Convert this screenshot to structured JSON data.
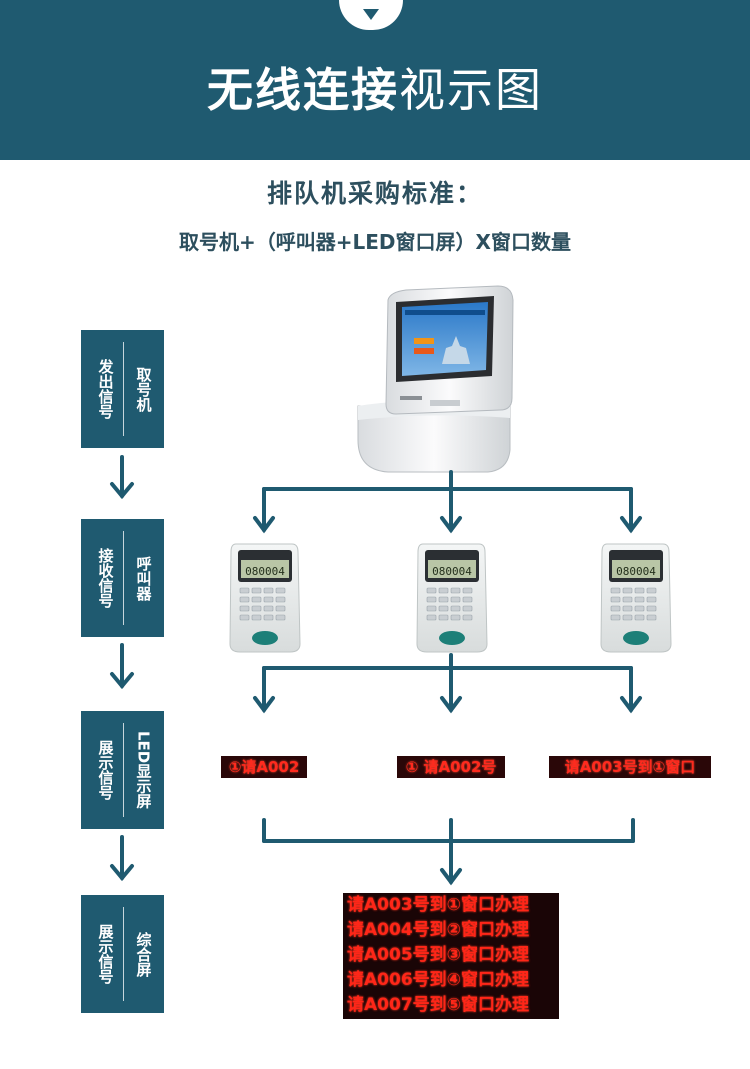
{
  "header": {
    "title_bold": "无线连接",
    "title_light": "视示图",
    "tab_icon": "chevron-down-icon"
  },
  "subtitle": "排队机采购标准：",
  "formula": "取号机+（呼叫器+LED窗口屏）X窗口数量",
  "steps": [
    {
      "label": "取号机",
      "action": "发出信号"
    },
    {
      "label": "呼叫器",
      "action": "接收信号"
    },
    {
      "label": "LED显示屏",
      "action": "展示信号"
    },
    {
      "label": "综合屏",
      "action": "展示信号"
    }
  ],
  "kiosk": {
    "icon": "queue-ticket-kiosk-icon"
  },
  "callers": [
    {
      "display": "080004",
      "icon": "pager-caller-icon"
    },
    {
      "display": "080004",
      "icon": "pager-caller-icon"
    },
    {
      "display": "080004",
      "icon": "pager-caller-icon"
    }
  ],
  "window_screens": [
    "①请A002",
    "① 请A002号",
    "请A003号到①窗口"
  ],
  "combined_screen": [
    "请A003号到①窗口办理",
    "请A004号到②窗口办理",
    "请A005号到③窗口办理",
    "请A006号到④窗口办理",
    "请A007号到⑤窗口办理"
  ],
  "colors": {
    "primary": "#1f5a70",
    "led_text": "#ff2a1e",
    "led_background": "#2a0708"
  }
}
